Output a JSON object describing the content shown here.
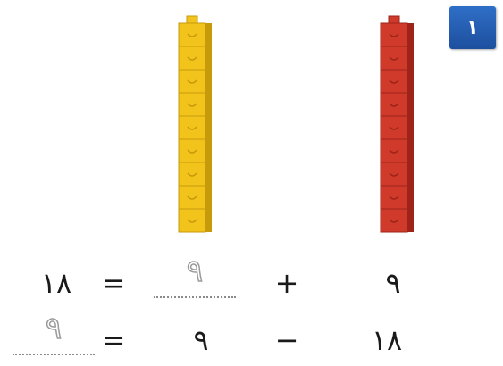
{
  "colors": {
    "yellow_cube": "#f2c41b",
    "yellow_cube_dark": "#c79a0c",
    "red_cube": "#d03a2b",
    "red_cube_dark": "#9e2419",
    "badge": "#2560b5"
  },
  "badge": {
    "label": "١"
  },
  "yellow_stack": {
    "cube_count": 9
  },
  "red_stack": {
    "cube_count": 9
  },
  "equation_1": {
    "result": "١٨",
    "equals": "=",
    "blank_trace": "٩",
    "operator": "+",
    "operand": "٩"
  },
  "equation_2": {
    "blank_trace": "٩",
    "equals": "=",
    "operand_right": "٩",
    "operator": "−",
    "operand_left": "١٨"
  }
}
